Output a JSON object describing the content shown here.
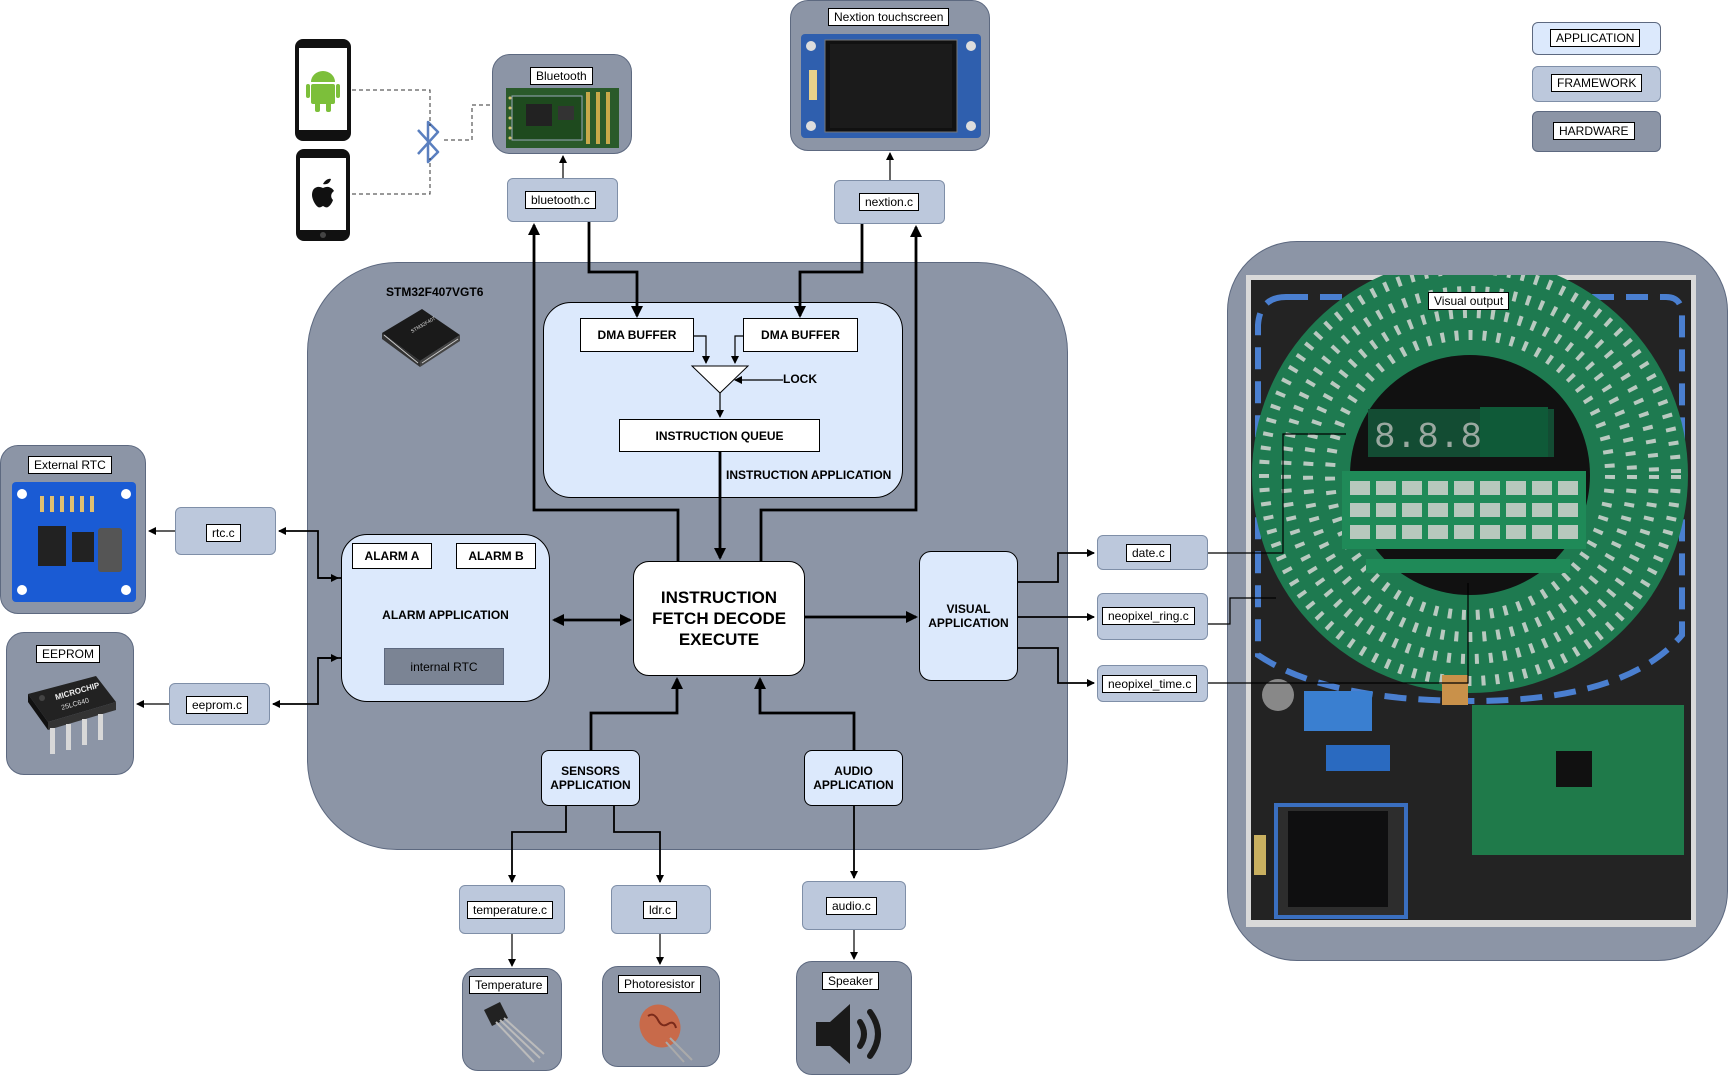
{
  "legend": {
    "application": "APPLICATION",
    "framework": "FRAMEWORK",
    "hardware": "HARDWARE"
  },
  "mcu": {
    "name": "STM32F407VGT6"
  },
  "instruction_app": {
    "dma_buffer_left": "DMA BUFFER",
    "dma_buffer_right": "DMA BUFFER",
    "lock": "LOCK",
    "queue": "INSTRUCTION QUEUE",
    "title": "INSTRUCTION APPLICATION"
  },
  "core": {
    "line1": "INSTRUCTION",
    "line2": "FETCH DECODE",
    "line3": "EXECUTE"
  },
  "alarm_app": {
    "alarm_a": "ALARM A",
    "alarm_b": "ALARM B",
    "title": "ALARM APPLICATION",
    "internal_rtc": "internal RTC"
  },
  "visual_app": {
    "line1": "VISUAL",
    "line2": "APPLICATION"
  },
  "sensors_app": {
    "line1": "SENSORS",
    "line2": "APPLICATION"
  },
  "audio_app": {
    "line1": "AUDIO",
    "line2": "APPLICATION"
  },
  "framework": {
    "bluetooth": "bluetooth.c",
    "nextion": "nextion.c",
    "rtc": "rtc.c",
    "eeprom": "eeprom.c",
    "date": "date.c",
    "neopixel_ring": "neopixel_ring.c",
    "neopixel_time": "neopixel_time.c",
    "temperature": "temperature.c",
    "ldr": "ldr.c",
    "audio": "audio.c"
  },
  "hardware": {
    "bluetooth": "Bluetooth",
    "nextion": "Nextion touchscreen",
    "external_rtc": "External RTC",
    "eeprom": "EEPROM",
    "temperature": "Temperature",
    "photoresistor": "Photoresistor",
    "speaker": "Speaker",
    "visual_output": "Visual output"
  },
  "images": {
    "eeprom_chip_brand": "MICROCHIP",
    "eeprom_chip_part": "25LC640"
  },
  "colors": {
    "hardware_fill": "#8c95a6",
    "framework_fill": "#bcc8dc",
    "application_fill": "#dce9fc",
    "pcb_green": "#1f7a4d",
    "bluetooth_symbol": "#5a7fbf"
  }
}
